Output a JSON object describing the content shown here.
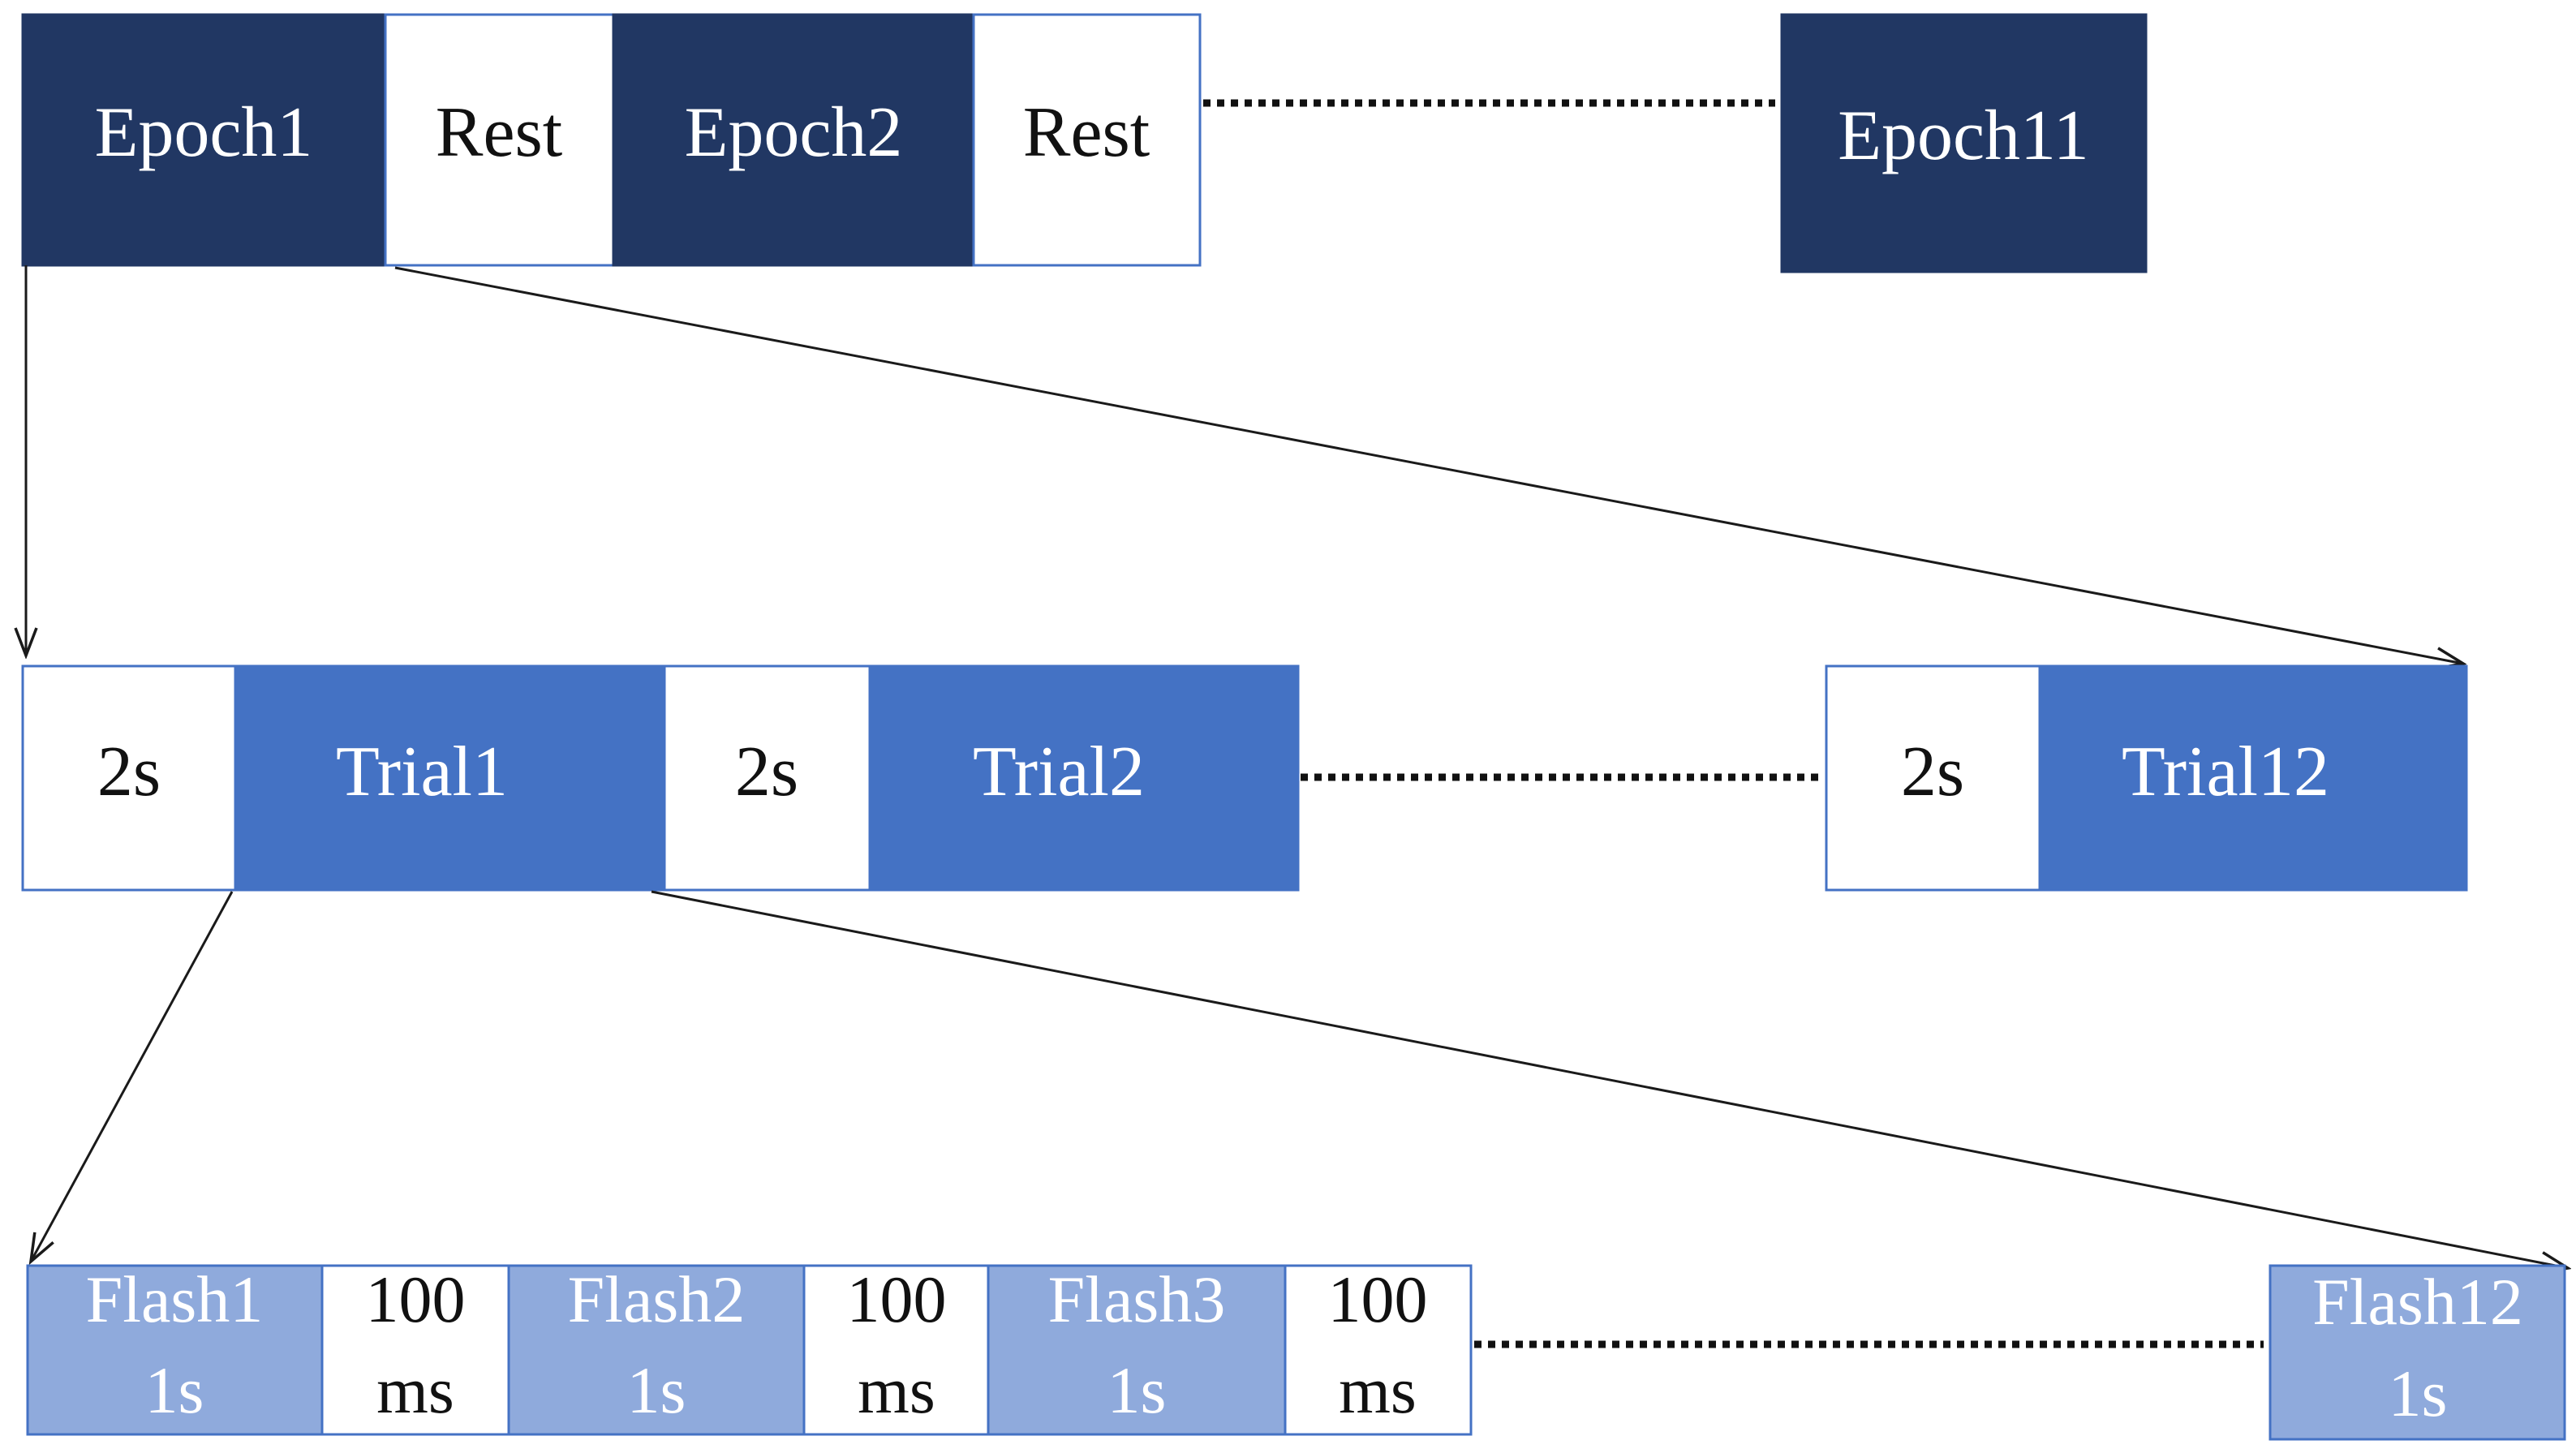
{
  "colors": {
    "epoch_fill": "#213763",
    "trial_fill": "#4472C4",
    "flash_fill": "#8FAADC",
    "rest_fill": "#FFFFFF",
    "border": "#4472C4",
    "line": "#1a1a1a",
    "dark_text": "#111111",
    "light_text": "#FFFFFF"
  },
  "epoch_row": {
    "blocks": [
      {
        "label": "Epoch1",
        "kind": "epoch"
      },
      {
        "label": "Rest",
        "kind": "rest"
      },
      {
        "label": "Epoch2",
        "kind": "epoch"
      },
      {
        "label": "Rest",
        "kind": "rest"
      },
      {
        "label": "Epoch11",
        "kind": "epoch"
      }
    ]
  },
  "trial_row": {
    "blocks": [
      {
        "label": "2s",
        "kind": "rest"
      },
      {
        "label": "Trial1",
        "kind": "trial"
      },
      {
        "label": "2s",
        "kind": "rest"
      },
      {
        "label": "Trial2",
        "kind": "trial"
      },
      {
        "label": "2s",
        "kind": "rest"
      },
      {
        "label": "Trial12",
        "kind": "trial"
      }
    ]
  },
  "flash_row": {
    "blocks": [
      {
        "line1": "Flash1",
        "line2": "1s",
        "kind": "flash"
      },
      {
        "line1": "100",
        "line2": "ms",
        "kind": "rest"
      },
      {
        "line1": "Flash2",
        "line2": "1s",
        "kind": "flash"
      },
      {
        "line1": "100",
        "line2": "ms",
        "kind": "rest"
      },
      {
        "line1": "Flash3",
        "line2": "1s",
        "kind": "flash"
      },
      {
        "line1": "100",
        "line2": "ms",
        "kind": "rest"
      },
      {
        "line1": "Flash12",
        "line2": "1s",
        "kind": "flash"
      }
    ]
  }
}
